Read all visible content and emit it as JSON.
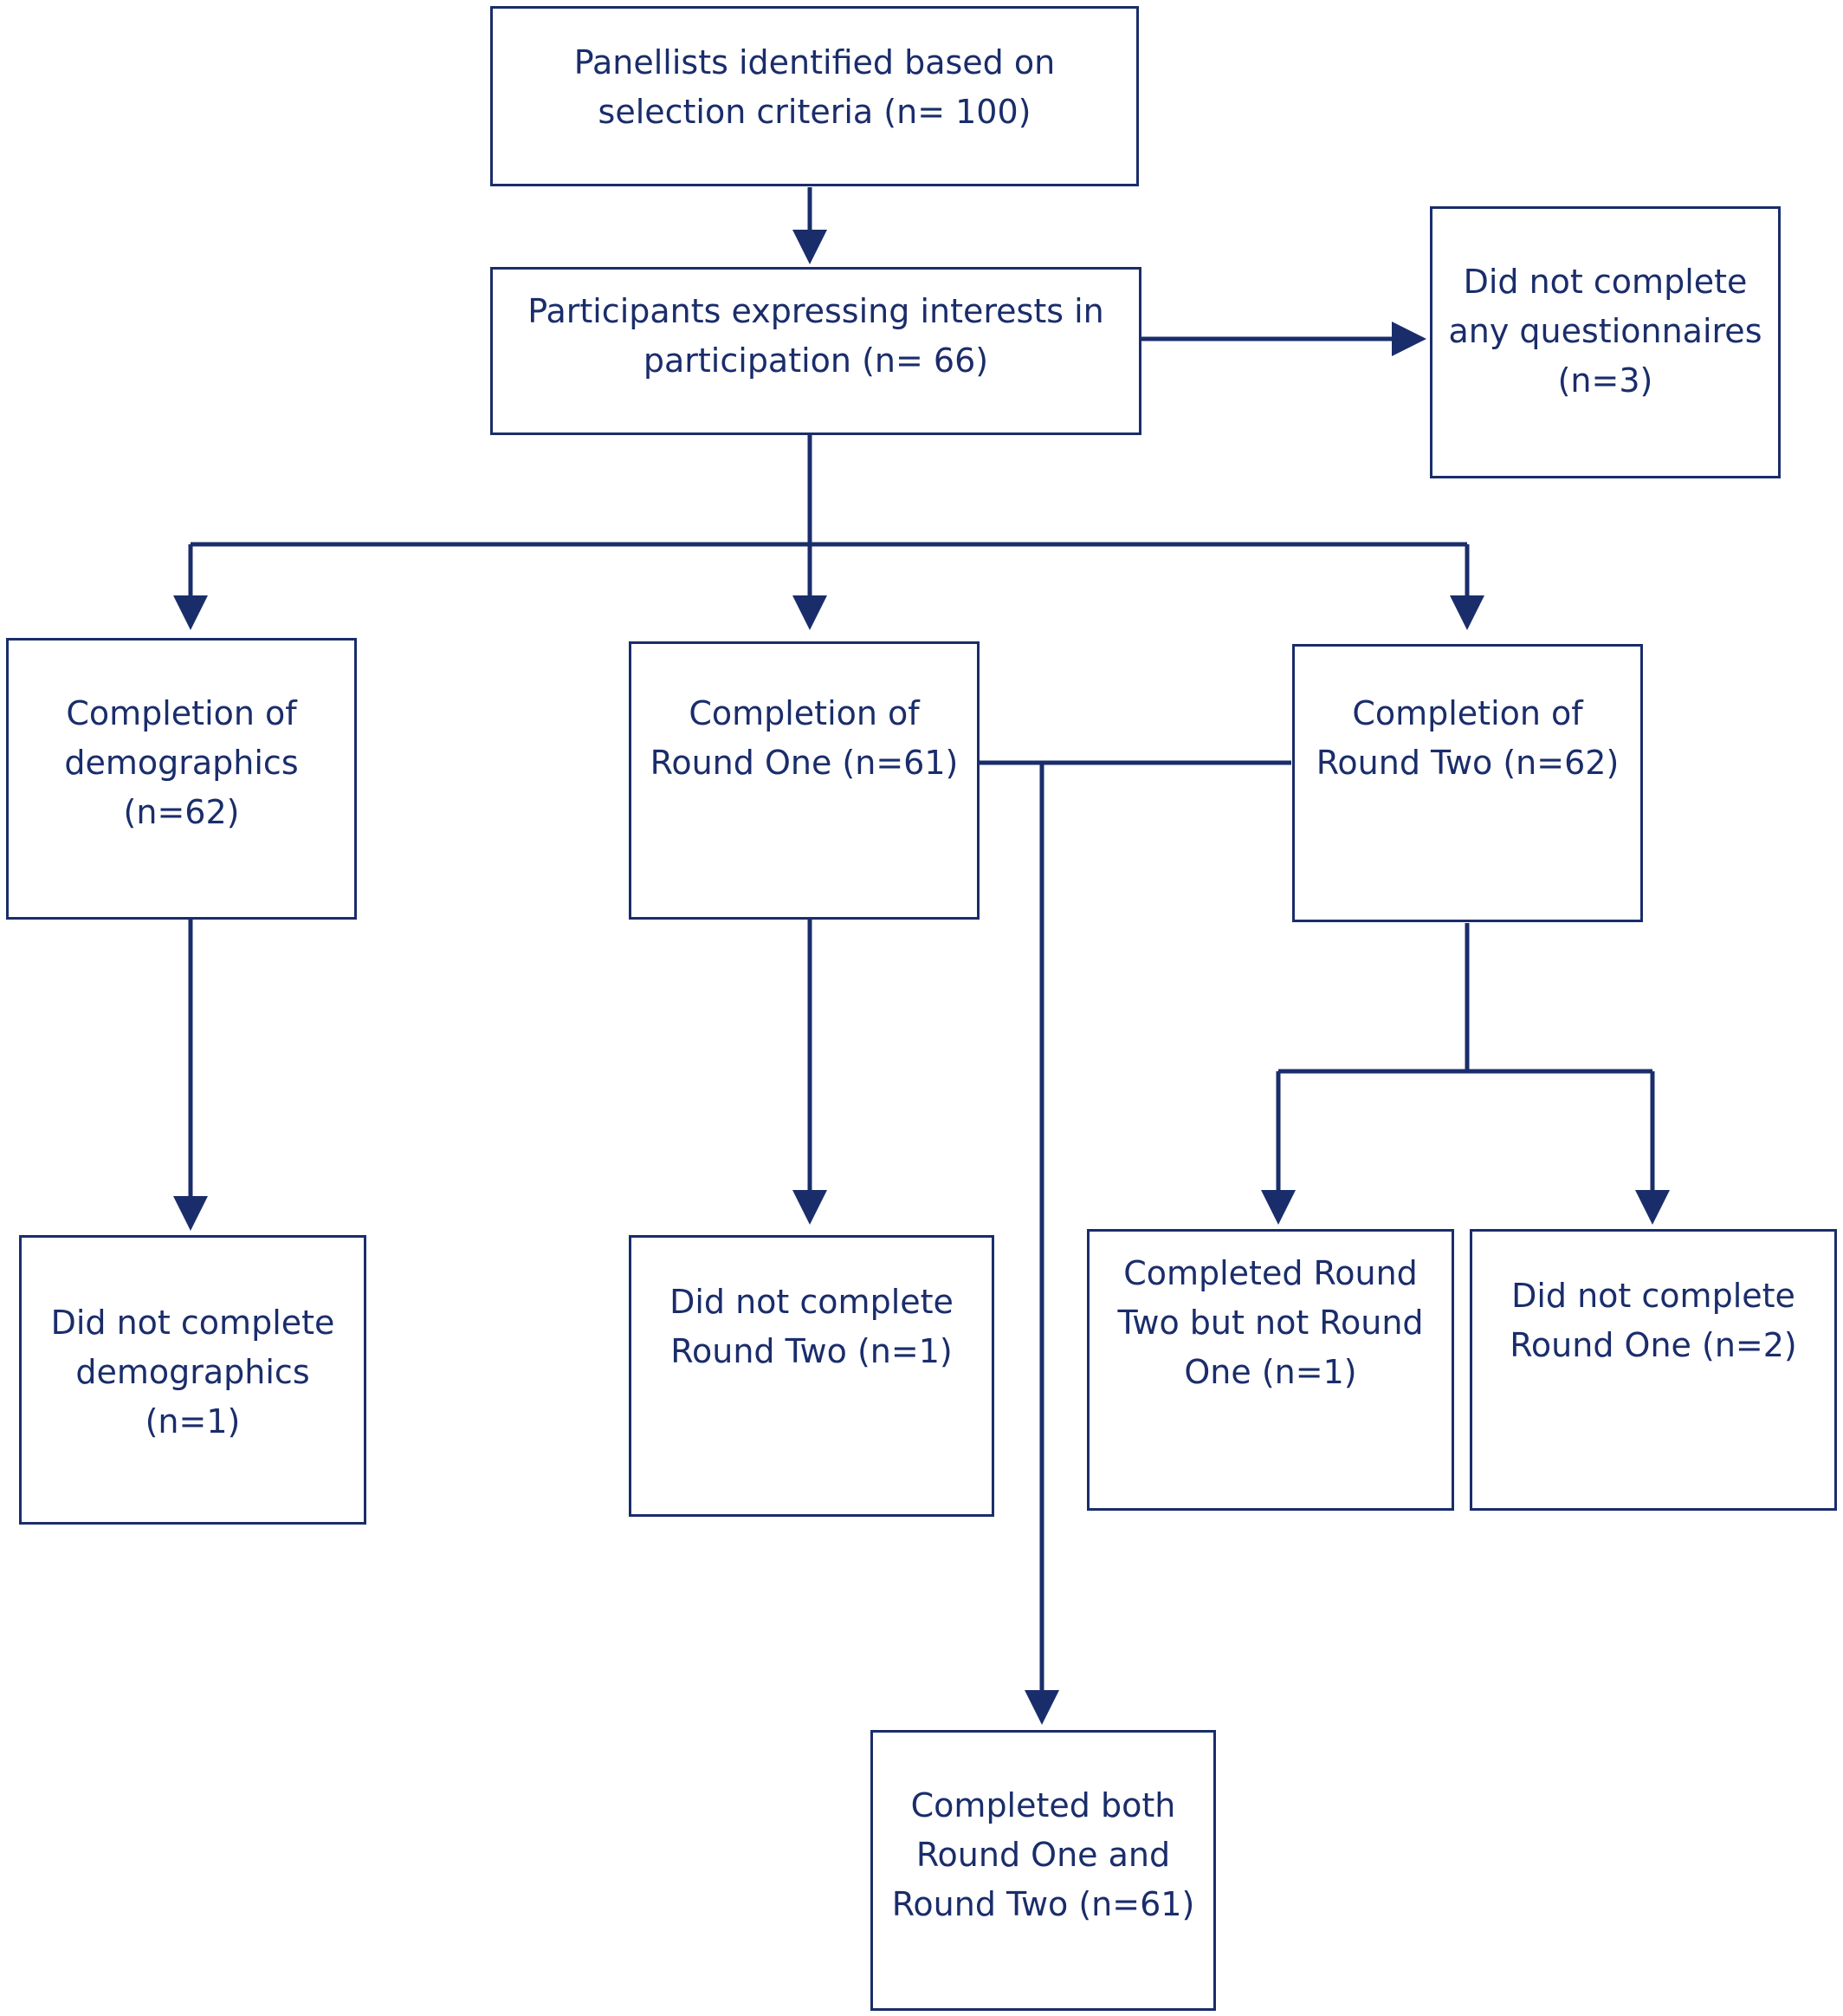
{
  "nodes": {
    "panellists": "Panellists identified based on\nselection criteria (n= 100)",
    "participants": "Participants expressing interests in\nparticipation (n= 66)",
    "no_questionnaires": "Did not complete\nany questionnaires\n(n=3)",
    "demographics": "Completion of\ndemographics\n(n=62)",
    "round_one": "Completion of\nRound One (n=61)",
    "round_two": "Completion of\nRound Two (n=62)",
    "no_demographics": "Did not complete\ndemographics\n(n=1)",
    "no_round_two": "Did not complete\nRound Two (n=1)",
    "two_not_one": "Completed Round\nTwo but not Round\nOne (n=1)",
    "no_round_one": "Did not complete\nRound One (n=2)",
    "both_rounds": "Completed both\nRound One and\nRound Two (n=61)"
  },
  "colors": {
    "line": "#1a2d6b",
    "text": "#1a2d6b"
  }
}
